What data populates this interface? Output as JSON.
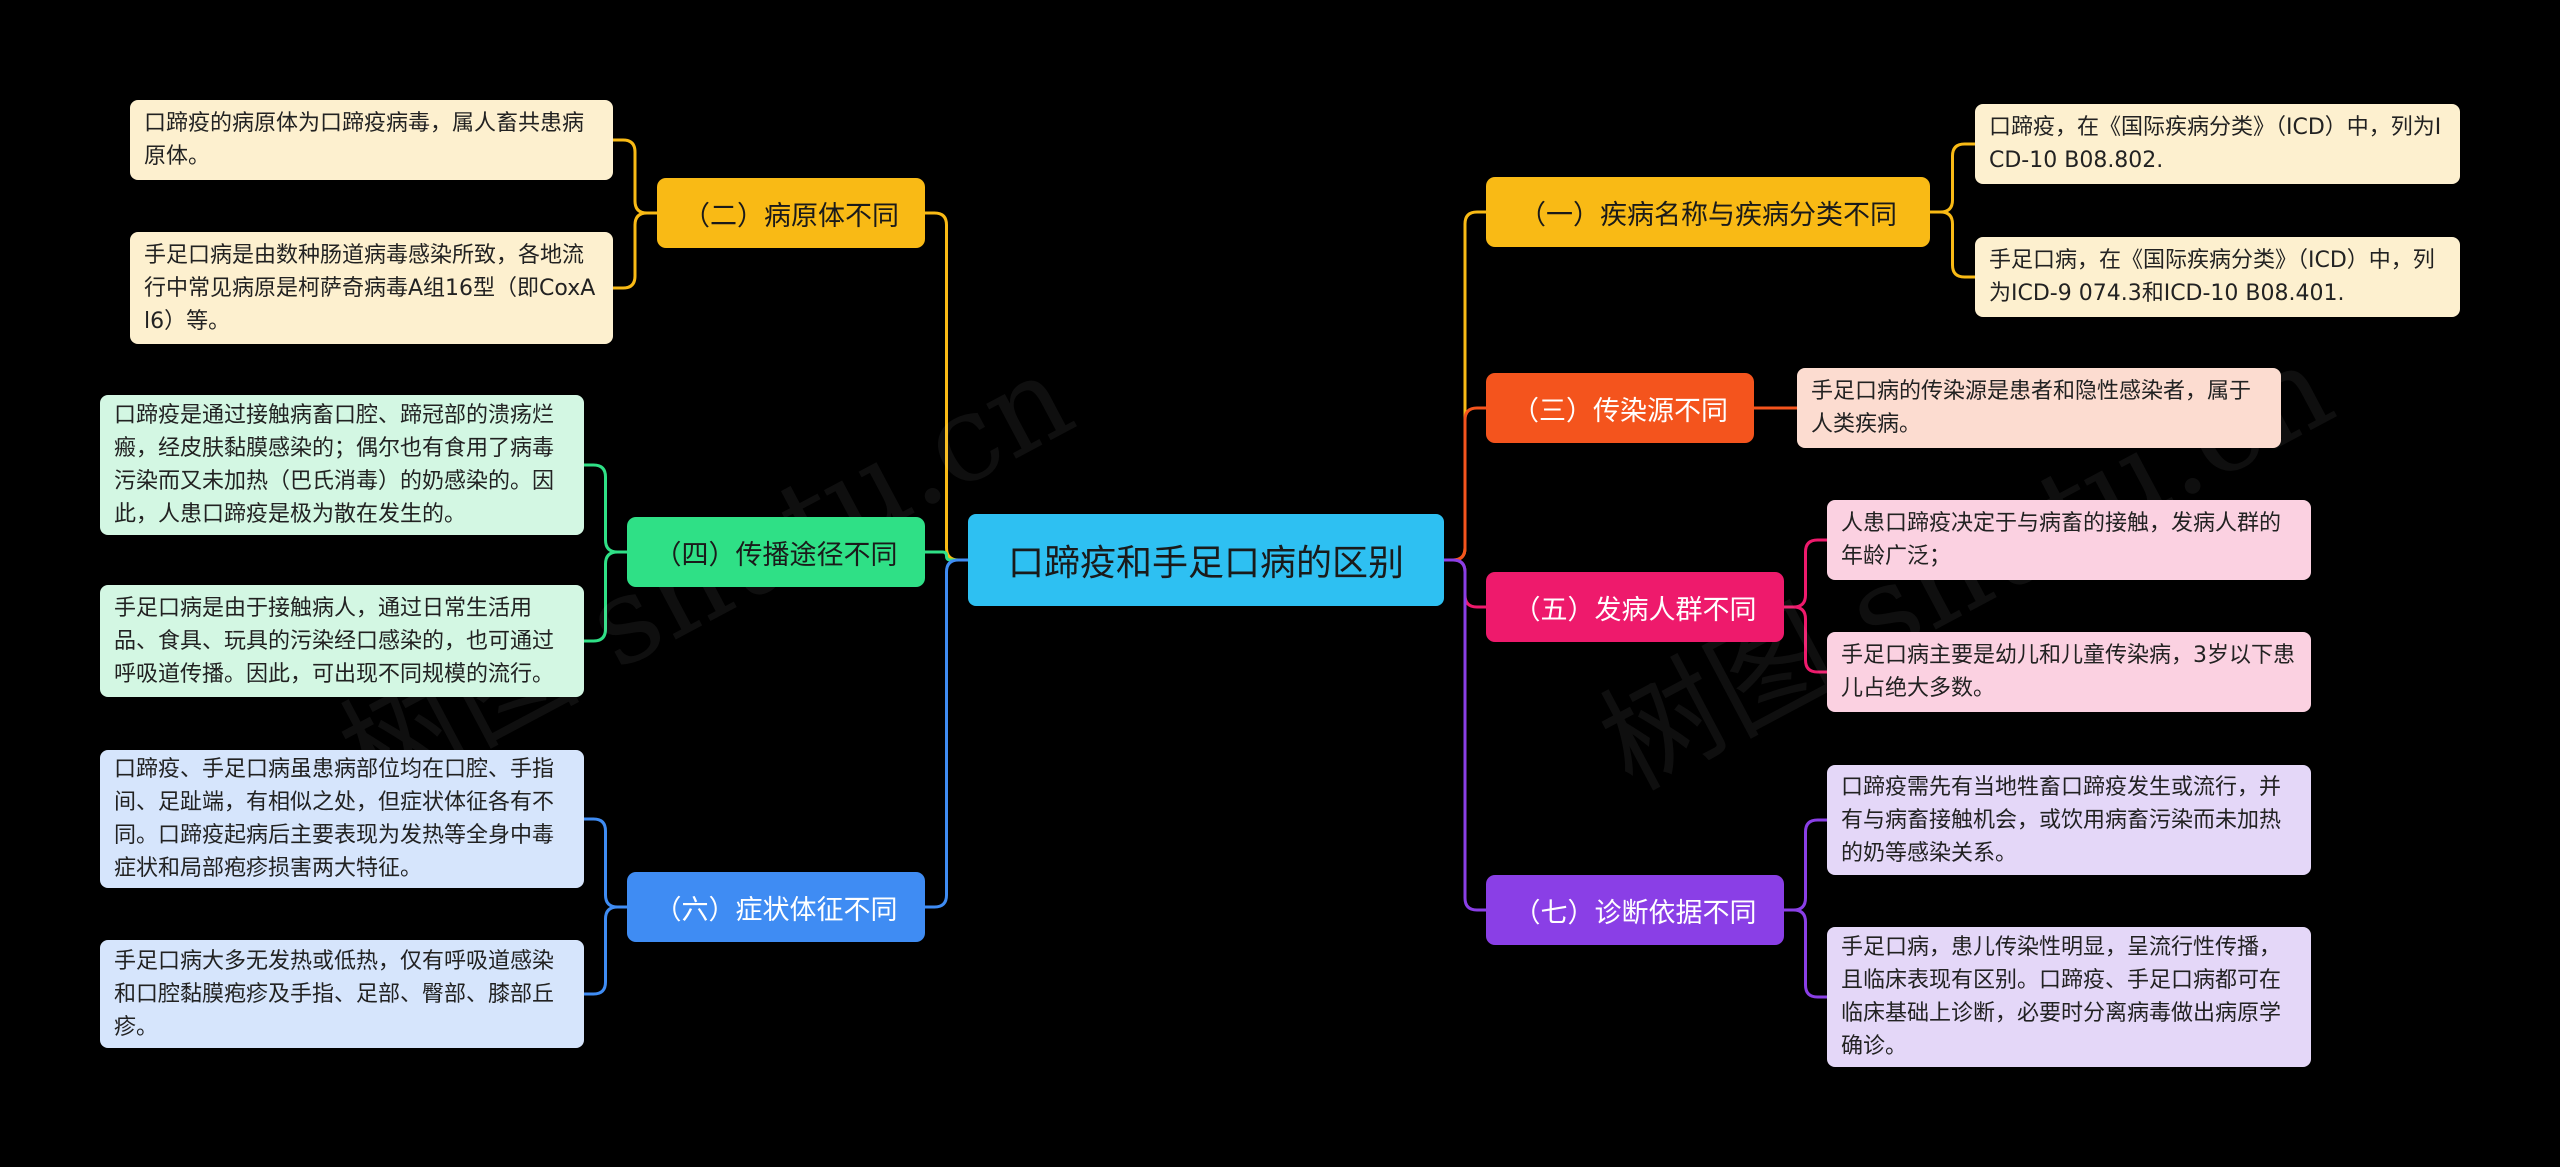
{
  "center": {
    "label": "口蹄疫和手足口病的区别",
    "color": "#2ec0f2"
  },
  "branches": [
    {
      "id": "b1",
      "label": "（一）疾病名称与疾病分类不同",
      "color": "#f9ba15",
      "text_color": "#1a1a1a",
      "leaf_bg": "#fdf0cf",
      "leaves": [
        "口蹄疫，在《国际疾病分类》（ICD）中，列为ICD-10 B08.802.",
        "手足口病，在《国际疾病分类》（ICD）中，列为ICD-9 074.3和ICD-10 B08.401."
      ]
    },
    {
      "id": "b2",
      "label": "（二）病原体不同",
      "color": "#f9ba15",
      "text_color": "#1a1a1a",
      "leaf_bg": "#fdf0cf",
      "leaves": [
        "口蹄疫的病原体为口蹄疫病毒，属人畜共患病原体。",
        "手足口病是由数种肠道病毒感染所致，各地流行中常见病原是柯萨奇病毒A组16型（即CoxAl6）等。"
      ]
    },
    {
      "id": "b3",
      "label": "（三）传染源不同",
      "color": "#f4541d",
      "text_color": "#ffffff",
      "leaf_bg": "#fcdcd0",
      "leaves": [
        "手足口病的传染源是患者和隐性感染者，属于人类疾病。"
      ]
    },
    {
      "id": "b4",
      "label": "（四）传播途径不同",
      "color": "#2fe086",
      "text_color": "#1a1a1a",
      "leaf_bg": "#d3f7e3",
      "leaves": [
        "口蹄疫是通过接触病畜口腔、蹄冠部的溃疡烂瘢，经皮肤黏膜感染的；偶尔也有食用了病毒污染而又未加热（巴氏消毒）的奶感染的。因此，人患口蹄疫是极为散在发生的。",
        "手足口病是由于接触病人，通过日常生活用品、食具、玩具的污染经口感染的，也可通过呼吸道传播。因此，可出现不同规模的流行。"
      ]
    },
    {
      "id": "b5",
      "label": "（五）发病人群不同",
      "color": "#ee1a6c",
      "text_color": "#ffffff",
      "leaf_bg": "#fbd1e1",
      "leaves": [
        "人患口蹄疫决定于与病畜的接触，发病人群的年龄广泛；",
        "手足口病主要是幼儿和儿童传染病，3岁以下患儿占绝大多数。"
      ]
    },
    {
      "id": "b6",
      "label": "（六）症状体征不同",
      "color": "#3f8cf3",
      "text_color": "#ffffff",
      "leaf_bg": "#d6e5fc",
      "leaves": [
        "口蹄疫、手足口病虽患病部位均在口腔、手指间、足趾端，有相似之处，但症状体征各有不同。口蹄疫起病后主要表现为发热等全身中毒症状和局部疱疹损害两大特征。",
        "手足口病大多无发热或低热，仅有呼吸道感染和口腔黏膜疱疹及手指、足部、臀部、膝部丘疹。"
      ]
    },
    {
      "id": "b7",
      "label": "（七）诊断依据不同",
      "color": "#8a3fe6",
      "text_color": "#ffffff",
      "leaf_bg": "#e4d7f8",
      "leaves": [
        "口蹄疫需先有当地牲畜口蹄疫发生或流行，并有与病畜接触机会，或饮用病畜污染而未加热的奶等感染关系。",
        "手足口病，患儿传染性明显，呈流行性传播，且临床表现有区别。口蹄疫、手足口病都可在临床基础上诊断，必要时分离病毒做出病原学确诊。"
      ]
    }
  ]
}
